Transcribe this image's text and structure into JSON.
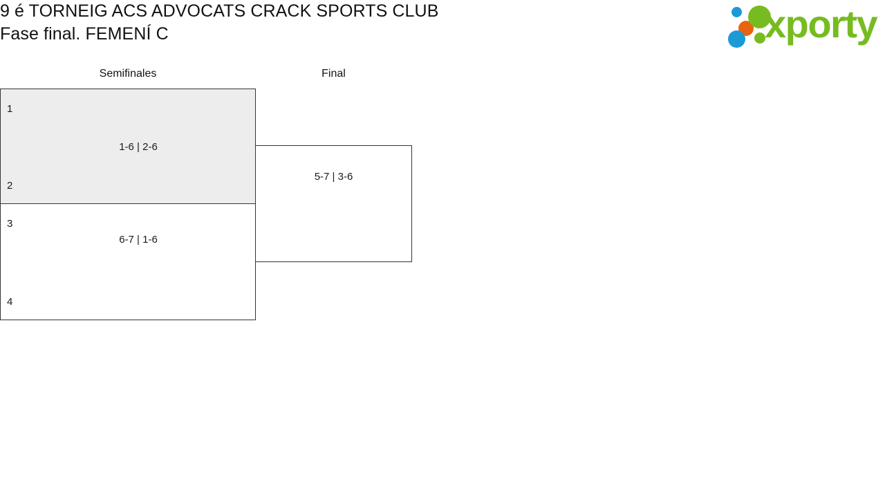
{
  "header": {
    "title_line1": "9 é TORNEIG ACS ADVOCATS CRACK SPORTS CLUB",
    "title_line2": "Fase final. FEMENÍ C"
  },
  "logo": {
    "wordmark": "xporty",
    "colors": {
      "green": "#76bc21",
      "blue": "#1b9ad6",
      "orange": "#e8640f"
    }
  },
  "bracket": {
    "rounds": [
      {
        "label": "Semifinales"
      },
      {
        "label": "Final"
      }
    ],
    "matches": [
      {
        "round": "Semifinales",
        "slot": 1,
        "highlight": true,
        "top_seed": "1",
        "bottom_seed": "2",
        "score": "1-6 | 2-6"
      },
      {
        "round": "Semifinales",
        "slot": 2,
        "highlight": false,
        "top_seed": "3",
        "bottom_seed": "4",
        "score": "6-7 | 1-6"
      },
      {
        "round": "Final",
        "slot": 1,
        "highlight": false,
        "top_seed": "",
        "bottom_seed": "",
        "score": "5-7 | 3-6"
      }
    ]
  }
}
